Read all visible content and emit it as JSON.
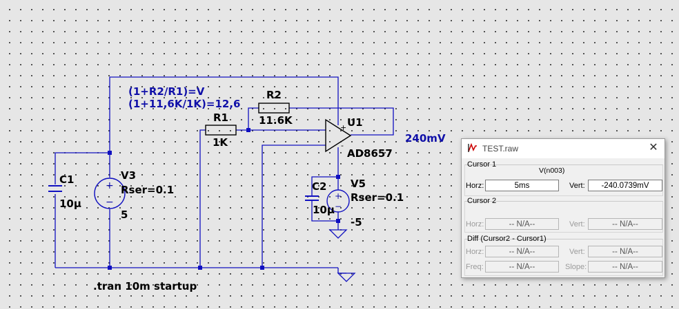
{
  "schematic": {
    "formula_line1": "(1+R2/R1)=V",
    "formula_line2": "(1+11,6K/1K)=12,6",
    "r1_name": "R1",
    "r1_value": "1K",
    "r2_name": "R2",
    "r2_value": "11.6K",
    "u1_name": "U1",
    "u1_model": "AD8657",
    "c1_name": "C1",
    "c1_value": "10µ",
    "c2_name": "C2",
    "c2_value": "10µ",
    "v3_name": "V3",
    "v3_rser": "Rser=0.1",
    "v3_value": "5",
    "v5_name": "V5",
    "v5_rser": "Rser=0.1",
    "v5_value": "-5",
    "output_voltage": "240mV",
    "directive": ".tran 10m startup",
    "opamp_plus": "+",
    "opamp_minus": "-",
    "src_plus": "+",
    "src_minus": "−"
  },
  "cursor_window": {
    "title": "TEST.raw",
    "cursor1": {
      "group_title": "Cursor 1",
      "trace": "V(n003)",
      "horz_label": "Horz:",
      "horz_value": "5ms",
      "vert_label": "Vert:",
      "vert_value": "-240.0739mV"
    },
    "cursor2": {
      "group_title": "Cursor 2",
      "horz_label": "Horz:",
      "horz_value": "-- N/A--",
      "vert_label": "Vert:",
      "vert_value": "-- N/A--"
    },
    "diff": {
      "group_title": "Diff (Cursor2 - Cursor1)",
      "horz_label": "Horz:",
      "horz_value": "-- N/A--",
      "vert_label": "Vert:",
      "vert_value": "-- N/A--",
      "freq_label": "Freq:",
      "freq_value": "-- N/A--",
      "slope_label": "Slope:",
      "slope_value": "-- N/A--"
    }
  },
  "colors": {
    "wire": "#1010c0",
    "background": "#e6e6e6",
    "net_label": "#1010a8"
  }
}
